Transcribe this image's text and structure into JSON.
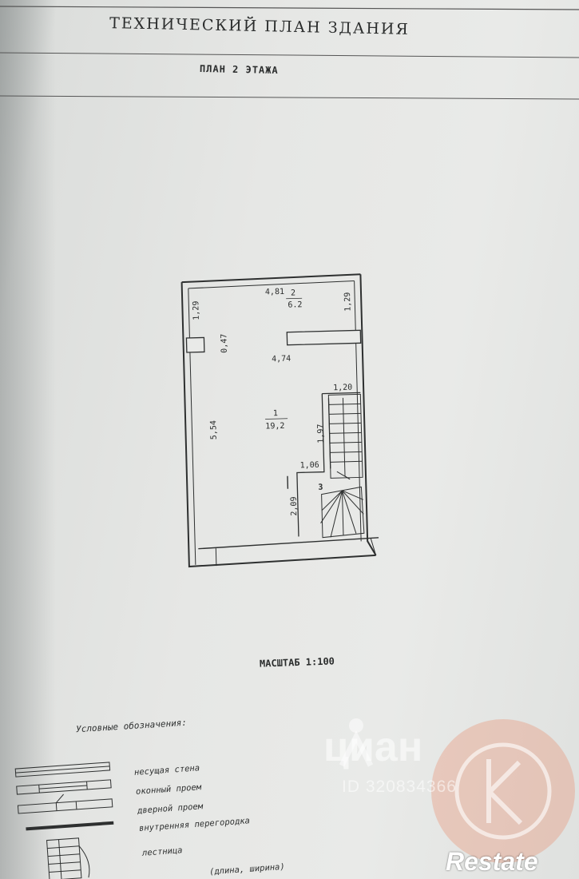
{
  "document": {
    "title": "ТЕХНИЧЕСКИЙ ПЛАН ЗДАНИЯ",
    "subtitle": "ПЛАН 2 ЭТАЖА",
    "scale": "МАСШТАБ 1:100"
  },
  "plan": {
    "room_2": {
      "number": "2",
      "area": "6.2"
    },
    "room_1": {
      "number": "1",
      "area": "19,2"
    },
    "room_3": {
      "number": "3"
    },
    "dimensions": {
      "top_width": "4,81",
      "left_top_height": "1,29",
      "right_top_height": "1,29",
      "partition_gap": "0,47",
      "inner_width": "4,74",
      "stair_width": "1,20",
      "left_height": "5,54",
      "stair_length": "1,97",
      "landing_width": "1,06",
      "landing_height": "2,09"
    }
  },
  "legend": {
    "title": "Условные обозначения:",
    "items": [
      "несущая стена",
      "оконный проем",
      "дверной проем",
      "внутренняя перегородка",
      "лестница",
      "(длина, ширина)"
    ]
  },
  "watermark": {
    "text": "циан",
    "id": "ID 320834366",
    "brand": "Restate"
  }
}
